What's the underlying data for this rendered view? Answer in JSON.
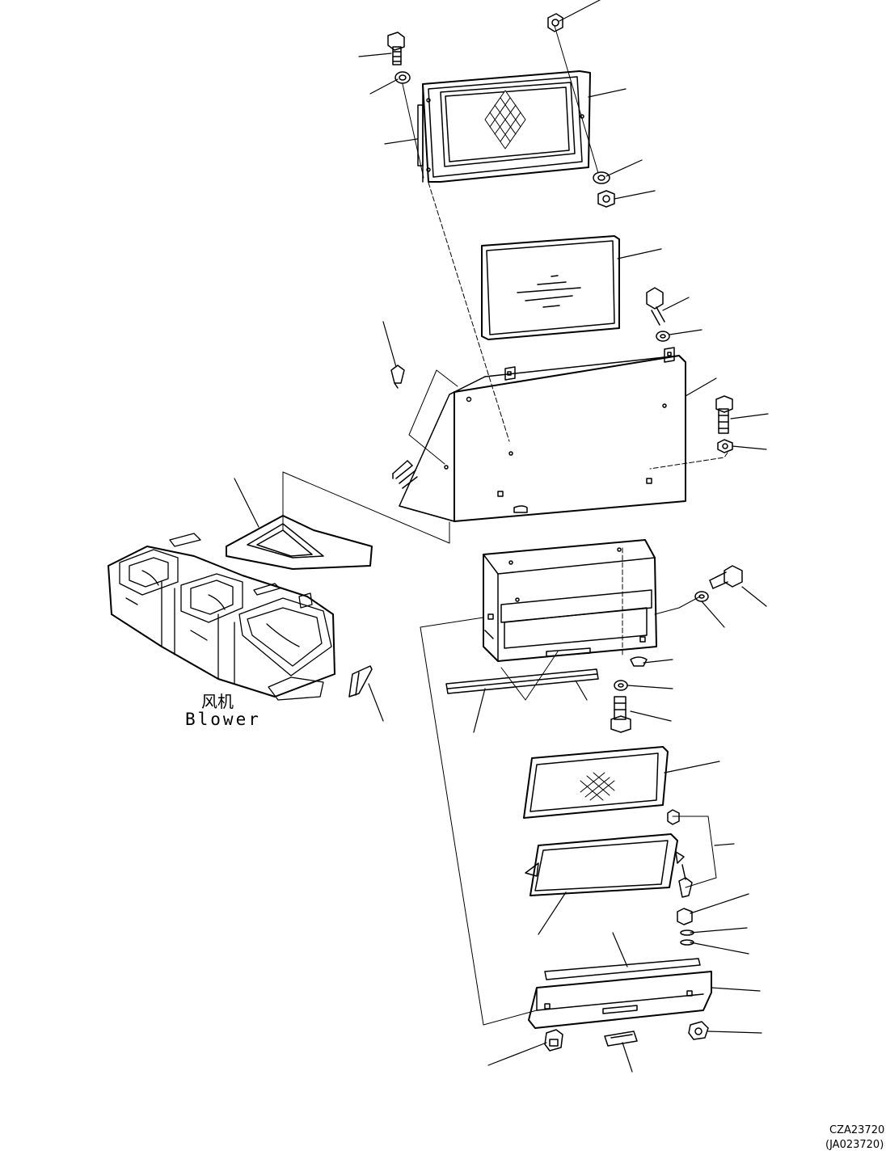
{
  "labels": {
    "blower_cn": "风机",
    "blower_en": "Blower",
    "drawing_code": "CZA23720",
    "drawing_code_alt": "(JA023720)"
  },
  "colors": {
    "ink": "#000000",
    "paper": "#ffffff"
  }
}
